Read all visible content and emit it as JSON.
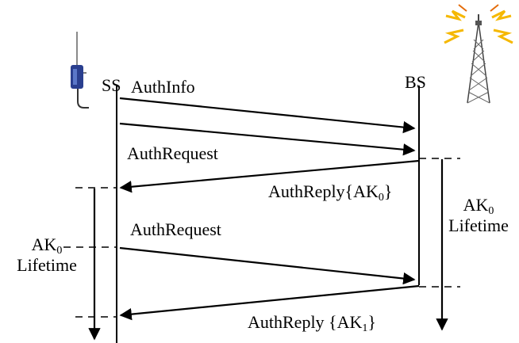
{
  "entities": {
    "ss": "SS",
    "bs": "BS"
  },
  "messages": {
    "auth_info": "AuthInfo",
    "auth_request_1": "AuthRequest",
    "auth_reply_0": {
      "prefix": "AuthReply{AK",
      "sub": "0",
      "suffix": "}"
    },
    "auth_request_2": "AuthRequest",
    "auth_reply_1": {
      "prefix": "AuthReply {AK",
      "sub": "1",
      "suffix": "}"
    }
  },
  "lifetimes": {
    "bs": {
      "ak": "AK",
      "sub": "0",
      "label": "Lifetime"
    },
    "ss": {
      "ak": "AK",
      "sub": "0",
      "label": "Lifetime"
    }
  },
  "icons": {
    "subscriber": "subscriber-station-icon",
    "base_station": "base-station-tower-icon"
  },
  "colors": {
    "line": "#000000",
    "device_blue": "#2a3f8f",
    "signal_yellow": "#f5b800",
    "signal_orange": "#e46c0a"
  }
}
